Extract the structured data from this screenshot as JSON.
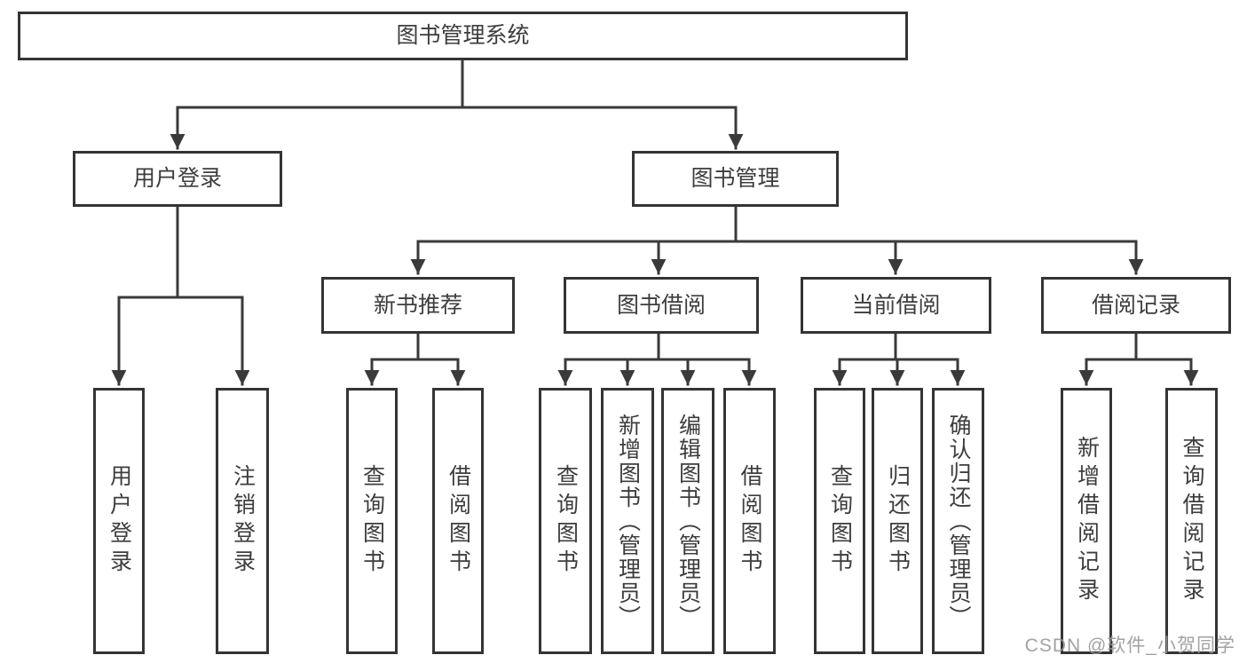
{
  "tree": {
    "root": "图书管理系统",
    "branches": [
      {
        "label": "用户登录",
        "children": [
          "用户登录",
          "注销登录"
        ]
      },
      {
        "label": "图书管理",
        "groups": [
          {
            "label": "新书推荐",
            "children": [
              "查询图书",
              "借阅图书"
            ]
          },
          {
            "label": "图书借阅",
            "children": [
              "查询图书",
              "新增图书（管理员）",
              "编辑图书（管理员）",
              "借阅图书"
            ]
          },
          {
            "label": "当前借阅",
            "children": [
              "查询图书",
              "归还图书",
              "确认归还（管理员）"
            ]
          },
          {
            "label": "借阅记录",
            "children": [
              "新增借阅记录",
              "查询借阅记录"
            ]
          }
        ]
      }
    ]
  },
  "watermark": {
    "text": "CSDN @软件_小贺同学"
  },
  "colors": {
    "line": "#3a3a3a",
    "box_border": "#343434",
    "text": "#3d3d3d",
    "background": "#ffffff",
    "watermark": "#989898"
  }
}
